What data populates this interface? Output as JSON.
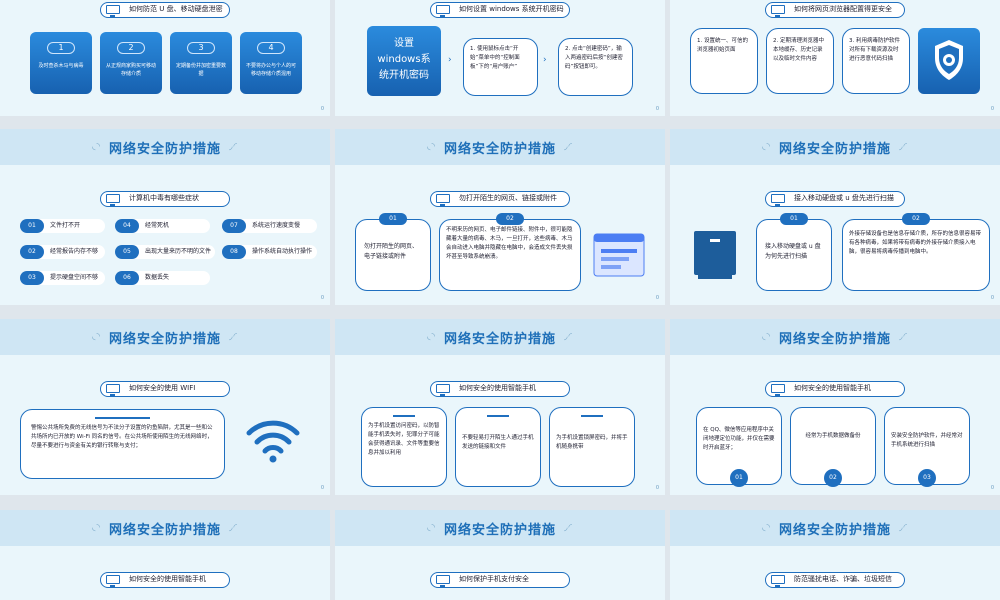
{
  "section_title": "网络安全防护措施",
  "s1": {
    "pill": "如何防范 U 盘、移动硬盘泄密",
    "cards": [
      {
        "num": "1",
        "text": "及时查杀木马与病毒"
      },
      {
        "num": "2",
        "text": "从正规商家购买可移动存储介质"
      },
      {
        "num": "3",
        "text": "定期备份并加密重要数据"
      },
      {
        "num": "4",
        "text": "不要将办公与个人的可移动存储介质混用"
      }
    ]
  },
  "s2": {
    "pill": "如何设置 windows 系统开机密码",
    "big": "设置windows系统开机密码",
    "step1": "1. 使用鼠标点击“开始”菜单中的“控制面板”下的“用户账户”",
    "step2": "2. 点击“创建密码”，输入两遍密码后按“创建密码”按钮即可。"
  },
  "s3": {
    "pill": "如何将网页浏览器配置得更安全",
    "items": [
      "1. 设置统一、可信的浏览器初始页面",
      "2. 定期清理浏览器中本地缓存、历史记录以及临时文件内容",
      "3. 利用病毒防护软件对所有下载资源及时进行恶意代码扫描"
    ]
  },
  "s4": {
    "pill": "计算机中毒有哪些症状",
    "items": [
      {
        "n": "01",
        "t": "文件打不开"
      },
      {
        "n": "02",
        "t": "经常报告内存不够"
      },
      {
        "n": "03",
        "t": "提示硬盘空间不够"
      },
      {
        "n": "04",
        "t": "经常死机"
      },
      {
        "n": "05",
        "t": "出现大量来历不明的文件"
      },
      {
        "n": "06",
        "t": "数据丢失"
      },
      {
        "n": "07",
        "t": "系统运行速度变慢"
      },
      {
        "n": "08",
        "t": "操作系统自动执行操作"
      }
    ]
  },
  "s5": {
    "pill": "勿打开陌生的网页、链接或附件",
    "t1": "01",
    "c1": "勿打开陌生的网页、电子链接或附件",
    "t2": "02",
    "c2": "不明来历的网页、电子邮件链接、附件中，很可能隐藏着大量的病毒、木马，一旦打开，这些病毒、木马会自动进入电脑并隐藏在电脑中，会造成文件丢失损坏甚至导致系统崩溃。"
  },
  "s6": {
    "pill": "接入移动硬盘或 u 盘先进行扫描",
    "t1": "01",
    "c1": "接入移动硬盘或 u 盘为何先进行扫描",
    "t2": "02",
    "c2": "外接存储设备也是信息存储介质，所存的信息很容易带有各种病毒，如果将带有病毒的外接存储介质接入电脑，很容易将病毒传播到电脑中。"
  },
  "s7": {
    "pill": "如何安全的使用 WIFI",
    "text": "警惕公共场所免费的无线信号为不法分子设置的钓鱼陷阱，尤其是一些和公共场所内已开放的 Wi-Fi 同名的信号。在公共场所使用陌生的无线网络时，尽量不要进行与资金有关的银行转账与支付；"
  },
  "s8": {
    "pill": "如何安全的使用智能手机",
    "c1": "为手机设置访问密码，以防智能手机丢失时，犯罪分子可能会获得通讯录、文件等重要信息并加以利用",
    "c2": "不要轻易打开陌生人通过手机发送的链接和文件",
    "c3": "为手机设置锁屏密码，并将手机随身携带"
  },
  "s9": {
    "pill": "如何安全的使用智能手机",
    "c1": "在 QQ、微信等应用程序中关闭地理定位功能，并仅在需要时开启蓝牙；",
    "n1": "01",
    "c2": "经常为手机数据做备份",
    "n2": "02",
    "c3": "安装安全防护软件，并经常对手机系统进行扫描",
    "n3": "03"
  },
  "s10": {
    "pill": "如何安全的使用智能手机"
  },
  "s11": {
    "pill": "如何保护手机支付安全"
  },
  "s12": {
    "pill": "防范骚扰电话、诈骗、垃圾短信"
  },
  "pageno": "0"
}
